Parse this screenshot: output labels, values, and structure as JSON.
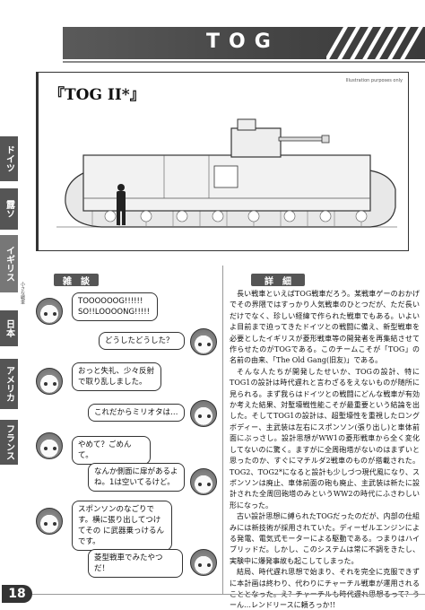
{
  "header": {
    "title": "TOG"
  },
  "illustration": {
    "title": "『TOG II*』",
    "note": "Illustration purposes only"
  },
  "tabs": [
    {
      "label": "ドイツ",
      "shade": "dark"
    },
    {
      "label": "露ソ",
      "shade": "dark"
    },
    {
      "label": "イギリス",
      "shade": "light"
    },
    {
      "label": "日本",
      "shade": "dark"
    },
    {
      "label": "アメリカ",
      "shade": "dark"
    },
    {
      "label": "フランス",
      "shade": "dark"
    }
  ],
  "side_text": "小さな戦車",
  "sections": {
    "chat_head": "雑　談",
    "detail_head": "詳　細"
  },
  "chat": [
    {
      "side": "left",
      "text": "TOOOOOOG!!!!!! SO!!LOOOONG!!!!!"
    },
    {
      "side": "right",
      "text": "どうしたどうした？"
    },
    {
      "side": "left",
      "text": "おっと失礼、少々反射で取り乱しました。"
    },
    {
      "side": "right",
      "text": "これだからミリオタは…"
    },
    {
      "side": "left",
      "text": "やめて？ごめんて。"
    },
    {
      "side": "right",
      "text": "なんか側面に扉があるよね。1は空いてるけど。"
    },
    {
      "side": "left",
      "text": "スポンソンのなごりです。横に張り出してつけてその に武器乗っけるんです。"
    },
    {
      "side": "right",
      "text": "菱型戦車でみたやつだ！"
    }
  ],
  "detail_paragraphs": [
    "長い戦車といえばTOG戦車だろう。某戦車ゲーのおかげでその界隈ではすっかり人気戦車のひとつだが、ただ長いだけでなく、珍しい経緯で作られた戦車でもある。いよいよ目前まで迫ってきたドイツとの戦闘に備え、新型戦車を必要としたイギリスが菱形戦車等の開発者を再集結させて作らせたのがTOGである。このチームこそが「TOG」の名前の由来、「The Old Gang(旧友)」である。",
    "そんな人たちが開発したせいか、TOGの設計、特にTOG1の設計は時代遅れと言わざるをえないものが随所に見られる。まず我らはドイツとの戦闘にどんな戦車が有効か考えた結果、対塹壕戦性能こそが最重要という結論を出した。そしてTOG1の設計は、超塹壕性を重視したロングボディー、主武装は左右にスポンソン(張り出し)と車体前面にぶっさし。設計思想がWW1の菱形戦車から全く変化してないのに驚く。ますがに全周砲塔がないのはまずいと思ったのか、すぐにマチルダ2戦車のものが搭載された。TOG2、TOG2*になると設計も少しづつ現代風になり、スポンソンは廃止、車体前面の砲も廃止、主武装は新たに設計された全周回砲塔のみというWW2の時代にふさわしい形になった。",
    "古い設計思想に縛られたTOGだったのだが、内部の仕組みには新技術が採用されていた。ディーゼルエンジンによる発電、電気式モーターによる駆動である。つまりはハイブリッドだ。しかし、このシステムは常に不調をきたし、実験中に爆発事故も起こしてしまった。",
    "結局、時代遅れ思想で始まり、それを完全に克服できずに本計画は終わり、代わりにチャーチル戦車が運用されることとなった。え？チャーチルも時代遅れ思想るって？うーん…レンドリースに頼ろっか!!"
  ],
  "page_number": "18"
}
